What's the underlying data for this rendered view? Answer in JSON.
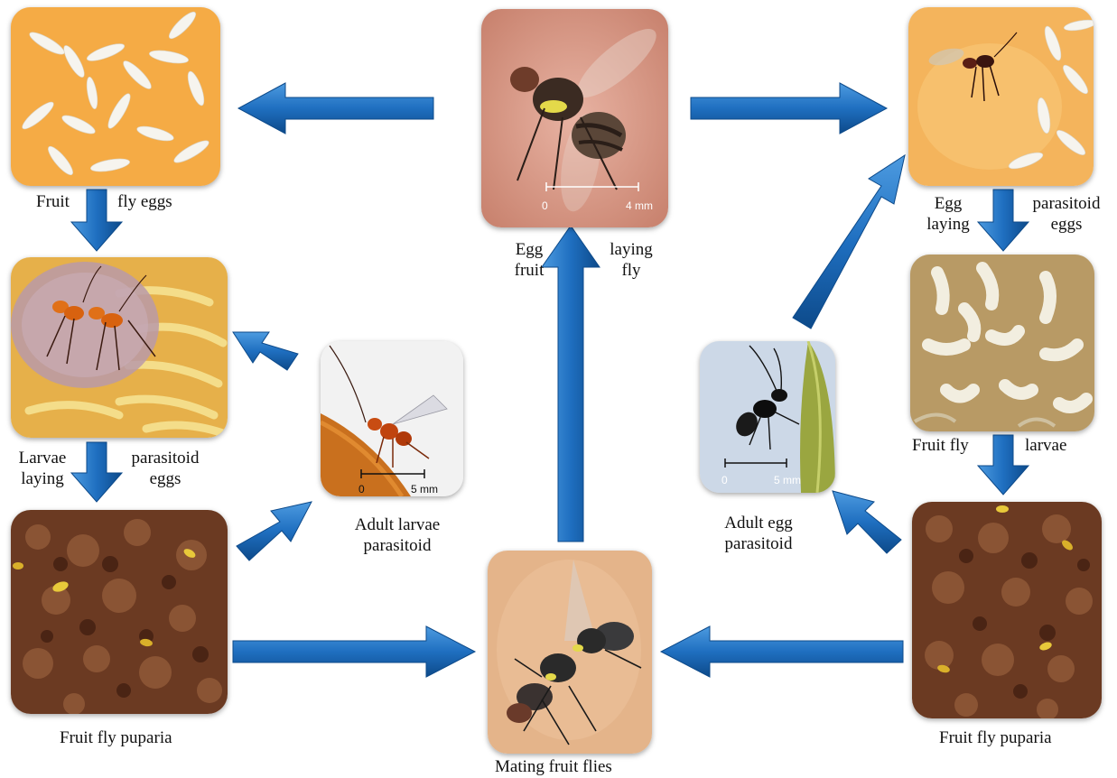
{
  "labels": {
    "fruit_fly_eggs": {
      "left": "Fruit",
      "right": "fly eggs"
    },
    "egg_fruit_laying_fly": {
      "col1_line1": "Egg",
      "col1_line2": "fruit",
      "col2_line1": "laying",
      "col2_line2": "fly"
    },
    "egg_laying_parasitoid_eggs": {
      "col1_line1": "Egg",
      "col1_line2": "laying",
      "col2_line1": "parasitoid",
      "col2_line2": "eggs"
    },
    "larvae_laying_parasitoid_eggs": {
      "col1_line1": "Larvae",
      "col1_line2": "laying",
      "col2_line1": "parasitoid",
      "col2_line2": "eggs"
    },
    "adult_larvae_parasitoid": {
      "line1": "Adult larvae",
      "line2": "parasitoid"
    },
    "fruit_fly_larvae": {
      "left": "Fruit fly",
      "right": "larvae"
    },
    "adult_egg_parasitoid": {
      "line1": "Adult egg",
      "line2": "parasitoid"
    },
    "fruit_fly_puparia_left": "Fruit fly puparia",
    "fruit_fly_puparia_right": "Fruit fly puparia",
    "mating_fruit_flies": "Mating fruit flies"
  },
  "scale_bars": {
    "fruit_fly": {
      "start": "0",
      "end": "4 mm"
    },
    "larvae_parasitoid": {
      "start": "0",
      "end": "5 mm"
    },
    "egg_parasitoid": {
      "start": "0",
      "end": "5 mm"
    }
  },
  "colors": {
    "arrow_blue": "#1f6fc0",
    "arrow_dark": "#0d4a8a",
    "egg_bg": "#f2a03a",
    "soil": "#6b3a22",
    "skin": "#d79a86"
  }
}
